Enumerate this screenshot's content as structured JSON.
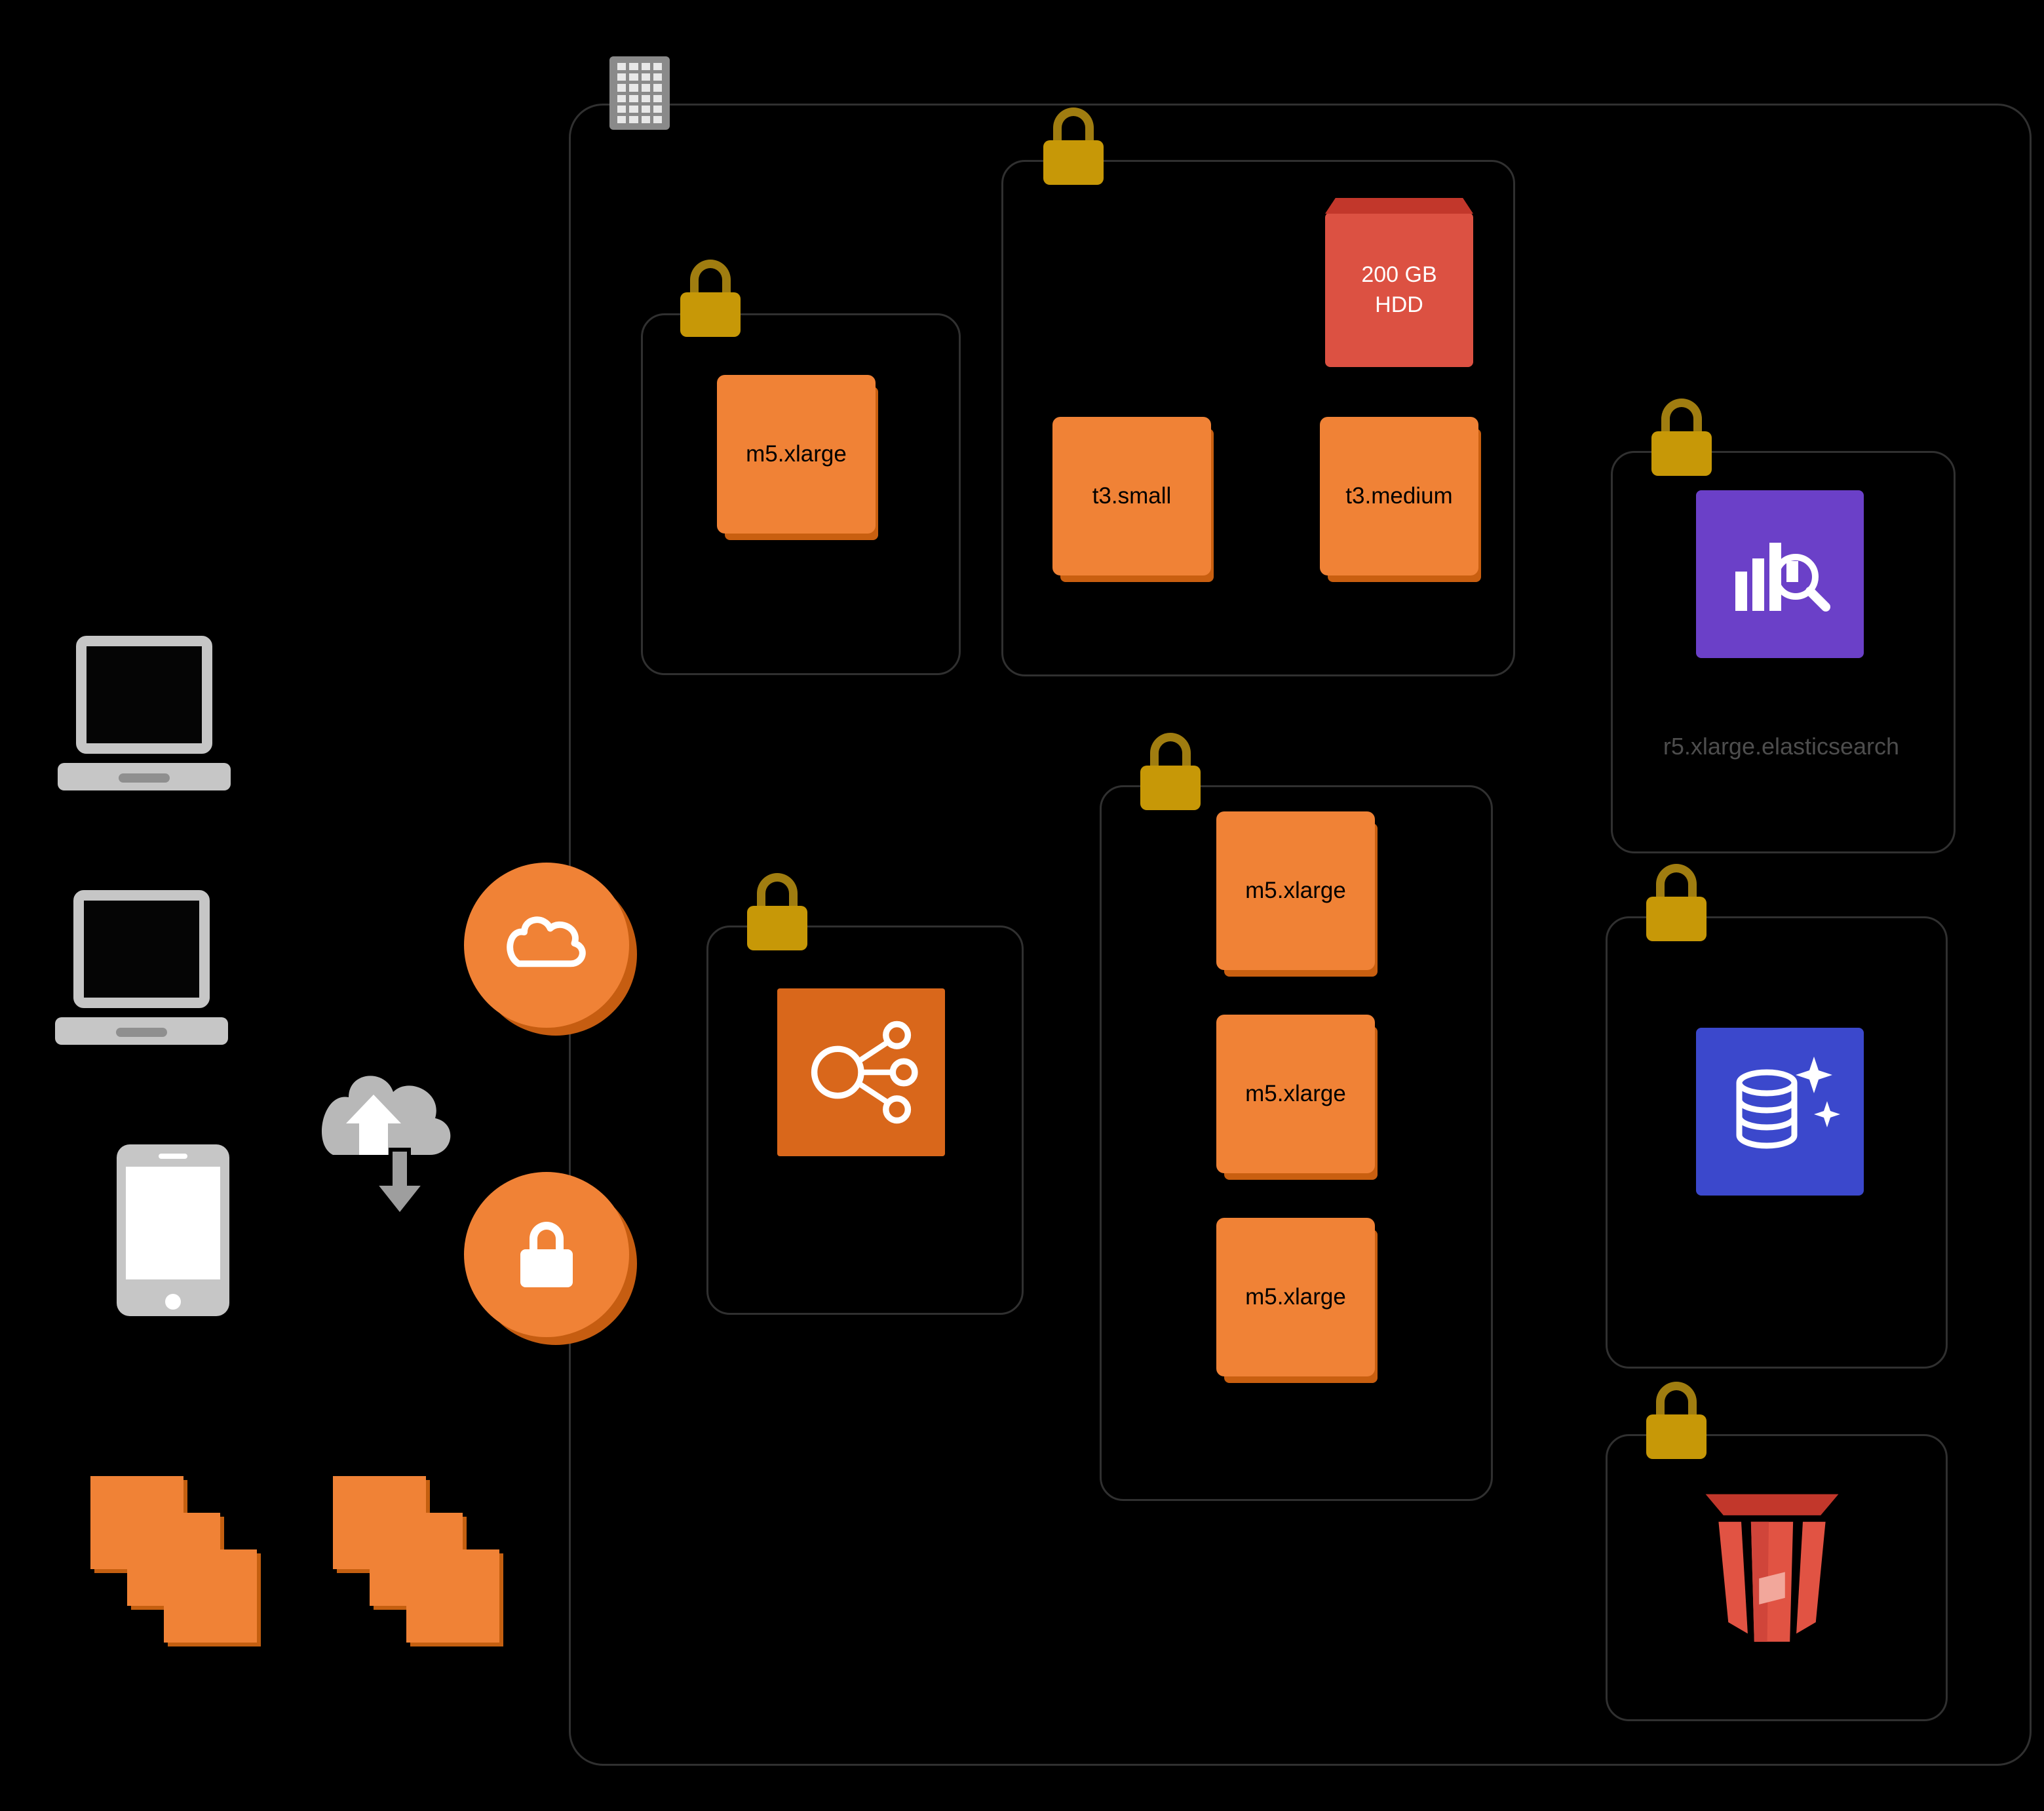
{
  "diagram": {
    "vpc": {
      "name": "vpc-boundary"
    },
    "subnets": {
      "app": {
        "instance_label": "m5.xlarge"
      },
      "workers": {
        "volume_label_line1": "200 GB",
        "volume_label_line2": "HDD",
        "instances": [
          {
            "label": "t3.small"
          },
          {
            "label": "t3.medium"
          }
        ]
      },
      "search": {
        "caption": "r5.xlarge.elasticsearch"
      },
      "load_balancer": {},
      "cluster": {
        "instances": [
          {
            "label": "m5.xlarge"
          },
          {
            "label": "m5.xlarge"
          },
          {
            "label": "m5.xlarge"
          }
        ]
      },
      "database": {},
      "storage": {}
    },
    "icons": {
      "building": "data-center-building-icon",
      "locks": "gold-padlock-icon",
      "cloud_badge": "cloud-icon",
      "lock_badge": "padlock-icon",
      "cloud_sync": "cloud-upload-download-icon",
      "laptops": "laptop-client-icon",
      "phone": "mobile-client-icon",
      "elasticsearch": "elasticsearch-analytics-icon",
      "load_balancer": "elastic-load-balancer-icon",
      "database": "database-sparkle-icon",
      "s3": "s3-bucket-icon",
      "stacks": "ec2-instance-stack-icon"
    },
    "colors": {
      "background": "#000000",
      "container_border": "#303030",
      "instance_orange": "#F08236",
      "instance_shadow": "#C95F10",
      "lock_gold": "#C79807",
      "volume_red": "#DC5142",
      "search_purple": "#6B40C8",
      "database_blue": "#3B48CC",
      "s3_red": "#E15343",
      "elb_orange": "#D9671B",
      "device_gray": "#C6C6C6",
      "muted_caption": "#4D4D4D"
    }
  }
}
